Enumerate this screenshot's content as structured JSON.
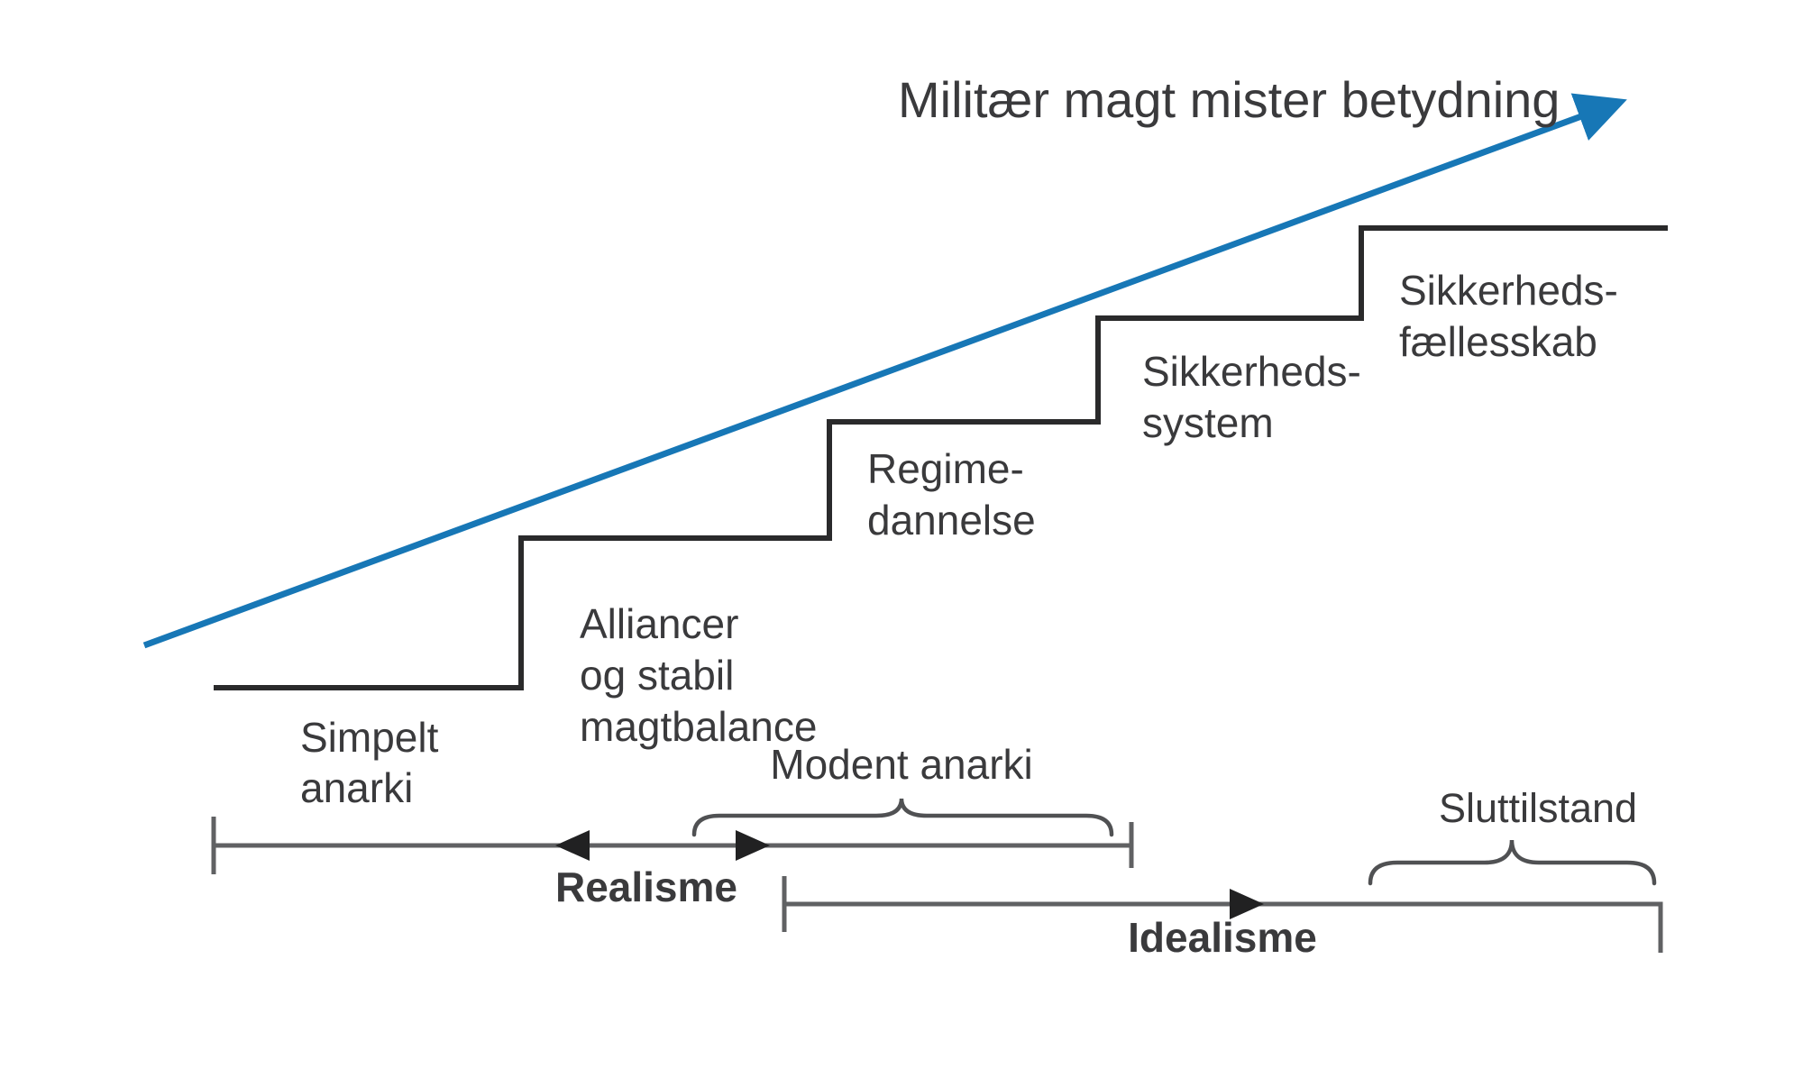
{
  "colors": {
    "accent_blue": "#1777b6",
    "stair_black": "#2a2a2b",
    "arrowhead_black": "#212122",
    "axis_gray": "#606163",
    "brace_gray": "#505153",
    "text": "#3a3a3c",
    "background": "#ffffff"
  },
  "title": {
    "text": "Militær magt mister betydning"
  },
  "steps": [
    {
      "label": "Simpelt\nanarki"
    },
    {
      "label": "Alliancer\nog stabil\nmagtbalance"
    },
    {
      "label": "Regime-\ndannelse"
    },
    {
      "label": "Sikkerheds-\nsystem"
    },
    {
      "label": "Sikkerheds-\nfællesskab"
    }
  ],
  "annotations": {
    "modent_anarki": "Modent anarki",
    "sluttilstand": "Sluttilstand"
  },
  "axes": {
    "realisme": "Realisme",
    "idealisme": "Idealisme"
  }
}
